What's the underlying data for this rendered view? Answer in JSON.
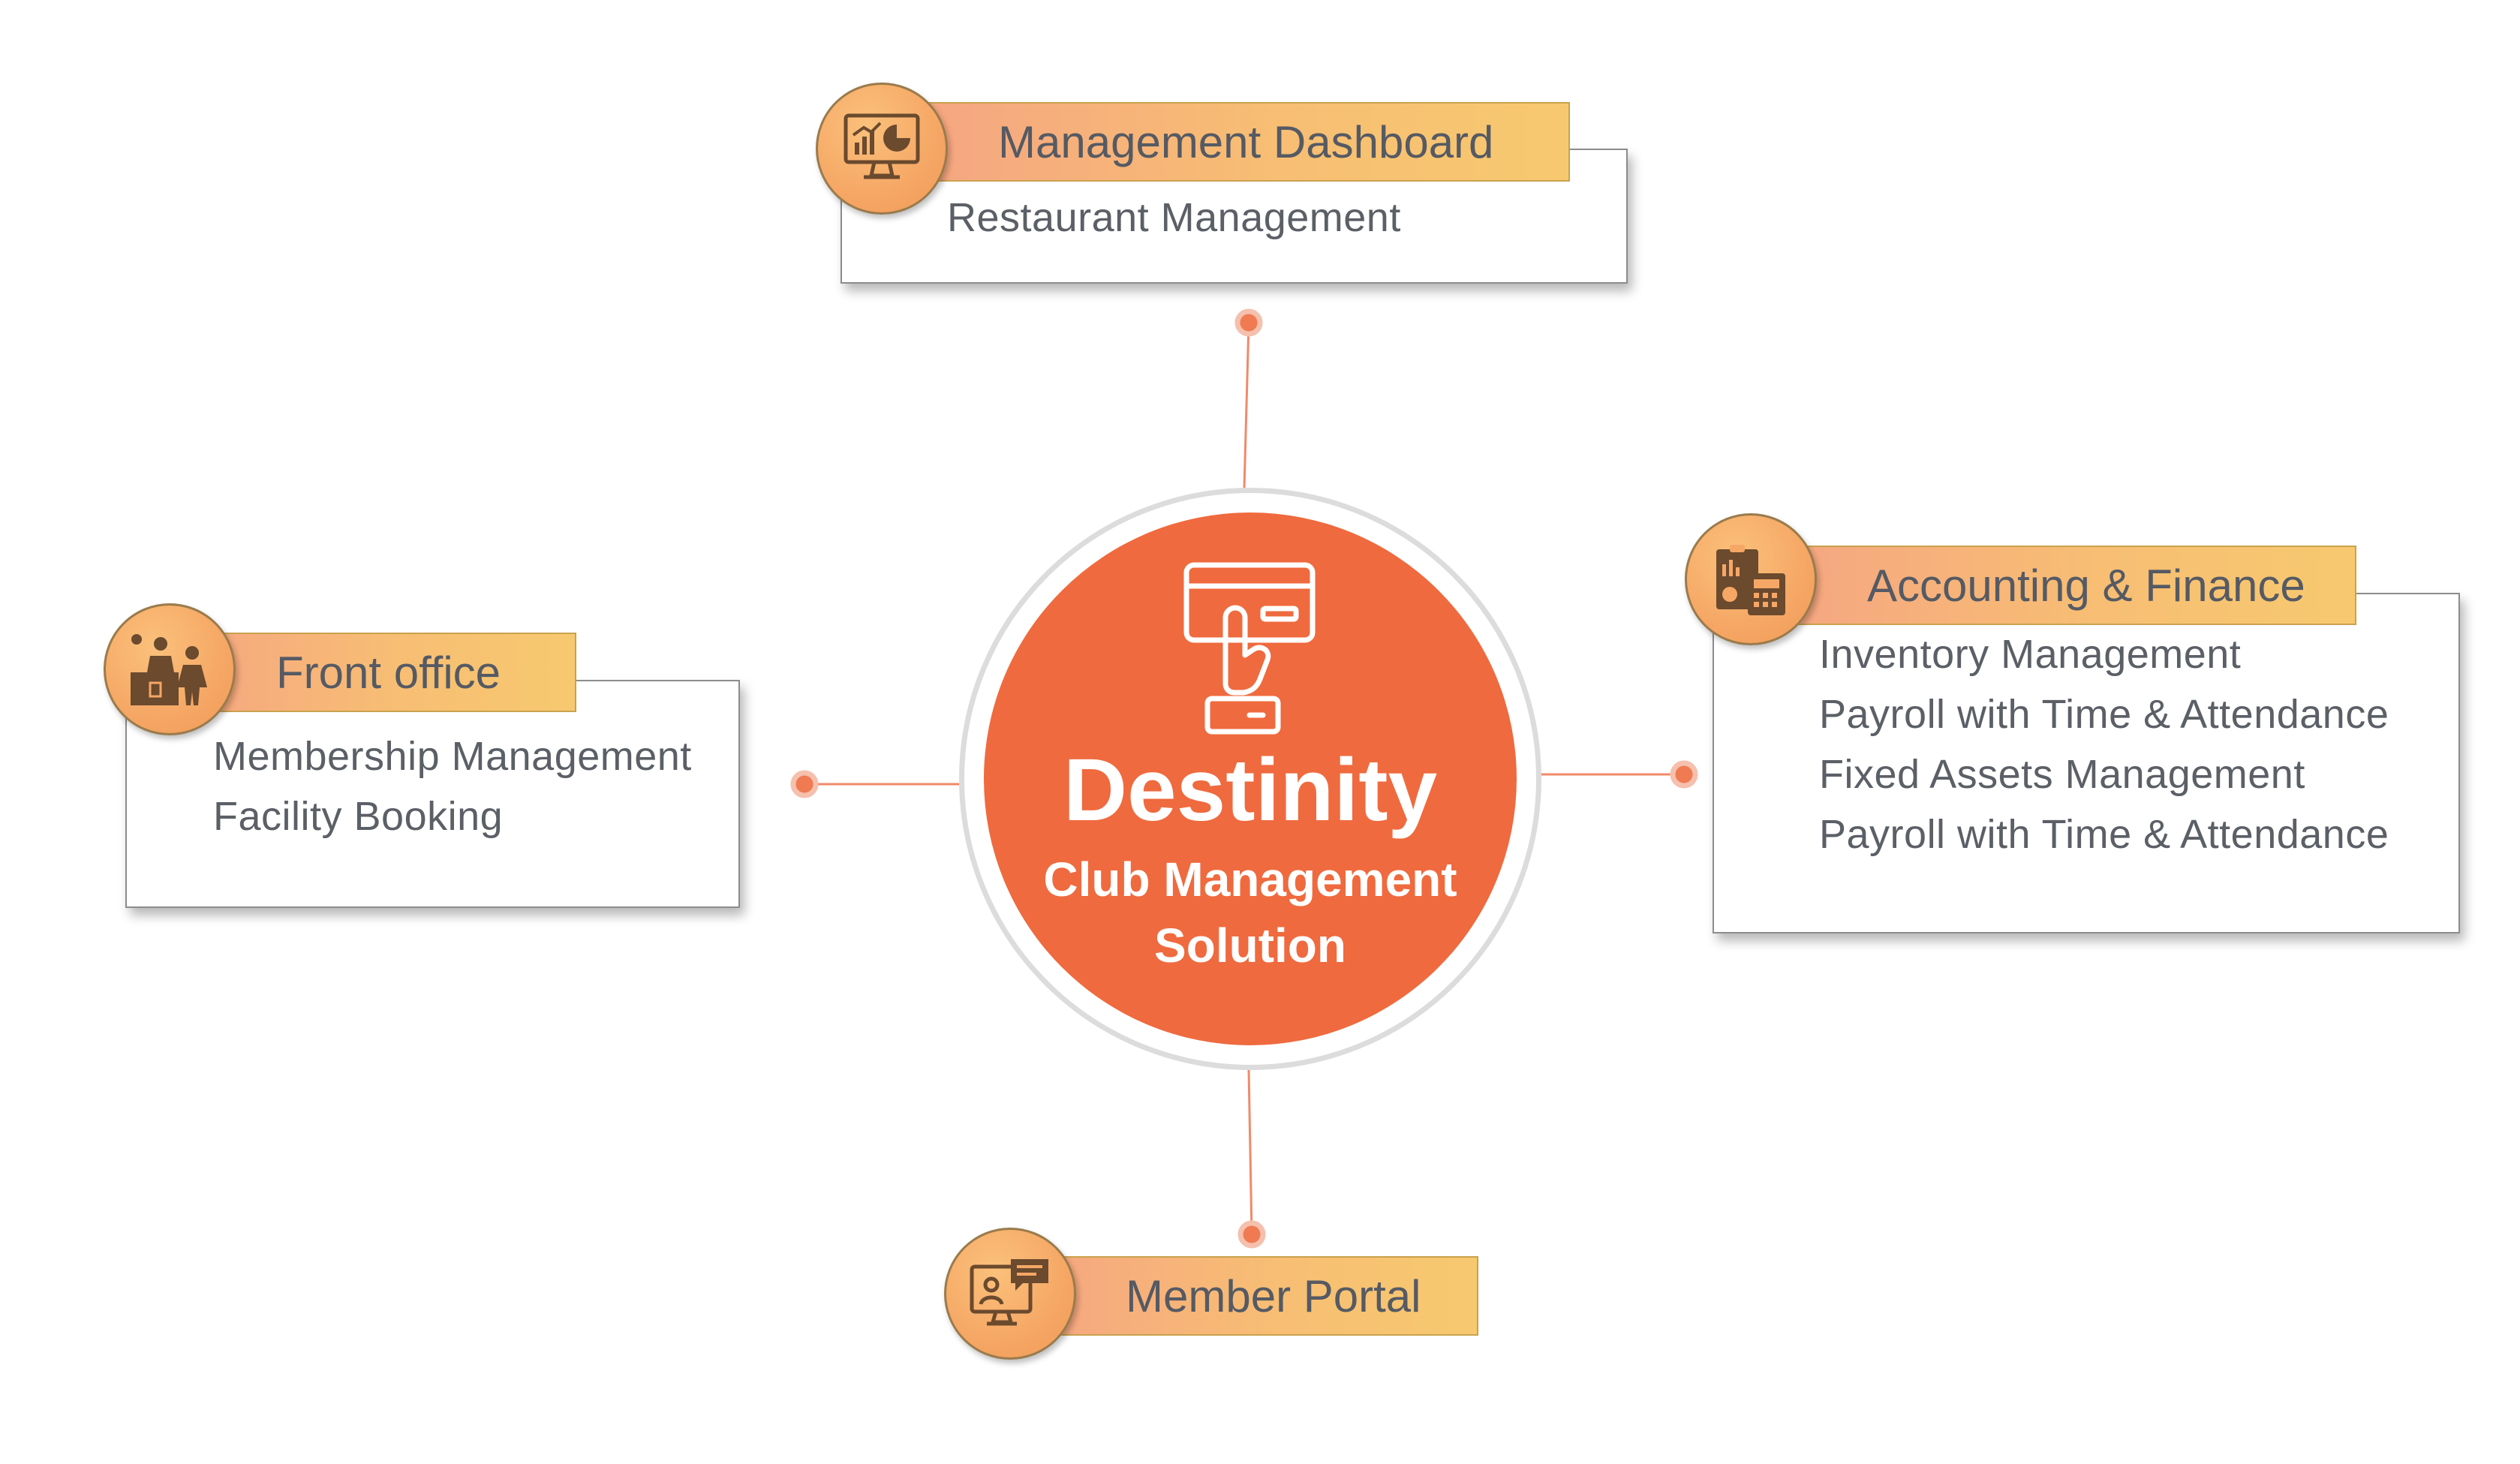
{
  "center": {
    "title": "Destinity",
    "subtitle_line1": "Club Management",
    "subtitle_line2": "Solution",
    "icon": "card-payment-icon"
  },
  "modules": {
    "management_dashboard": {
      "title": "Management Dashboard",
      "icon": "dashboard-monitor-icon",
      "items": [
        "Restaurant Management"
      ]
    },
    "front_office": {
      "title": "Front office",
      "icon": "reception-desk-icon",
      "items": [
        "Membership Management",
        "Facility Booking"
      ]
    },
    "accounting_finance": {
      "title": "Accounting & Finance",
      "icon": "calculator-clipboard-icon",
      "items": [
        "Inventory Management",
        "Payroll with Time & Attendance",
        "Fixed Assets Management",
        "Payroll with Time & Attendance"
      ]
    },
    "member_portal": {
      "title": "Member Portal",
      "icon": "video-chat-monitor-icon",
      "items": []
    }
  },
  "colors": {
    "hub": "#ef6a3e",
    "connector": "#f08a6a",
    "banner_start": "#f6a383",
    "banner_end": "#f7c96f",
    "text": "#5b5f66",
    "icon": "#6b4a2e"
  }
}
